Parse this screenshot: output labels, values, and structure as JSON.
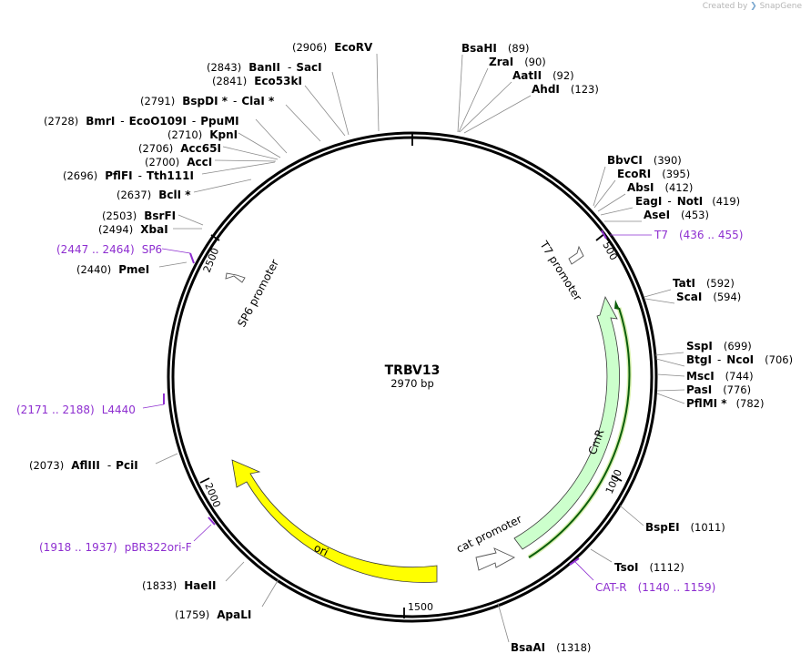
{
  "brand": {
    "prefix": "Created by",
    "name": "SnapGene",
    "color": "#7aa7cf"
  },
  "plasmid": {
    "name": "TRBV13",
    "length_label": "2970 bp"
  },
  "ticks": [
    "500",
    "1000",
    "1500",
    "2000",
    "2500"
  ],
  "colors": {
    "accent_feature": "#ccffcc",
    "ori": "#ffff00",
    "primer": "#8e2fd0",
    "orf": "#006400"
  },
  "features": [
    {
      "name": "CmR",
      "kind": "gene"
    },
    {
      "name": "ori",
      "kind": "origin"
    },
    {
      "name": "T7 promoter",
      "kind": "promoter"
    },
    {
      "name": "SP6 promoter",
      "kind": "promoter"
    },
    {
      "name": "cat promoter",
      "kind": "promoter"
    }
  ],
  "sites": [
    {
      "pos": "(89)",
      "name": "BsaHI"
    },
    {
      "pos": "(90)",
      "name": "ZraI"
    },
    {
      "pos": "(92)",
      "name": "AatII"
    },
    {
      "pos": "(123)",
      "name": "AhdI"
    },
    {
      "pos": "(390)",
      "name": "BbvCI"
    },
    {
      "pos": "(395)",
      "name": "EcoRI"
    },
    {
      "pos": "(412)",
      "name": "AbsI"
    },
    {
      "pos": "(419)",
      "name": "EagI",
      "name2": "NotI"
    },
    {
      "pos": "(453)",
      "name": "AseI"
    },
    {
      "pos": "(592)",
      "name": "TatI"
    },
    {
      "pos": "(594)",
      "name": "ScaI"
    },
    {
      "pos": "(699)",
      "name": "SspI"
    },
    {
      "pos": "(706)",
      "name": "BtgI",
      "name2": "NcoI"
    },
    {
      "pos": "(744)",
      "name": "MscI"
    },
    {
      "pos": "(776)",
      "name": "PasI"
    },
    {
      "pos": "(782)",
      "name": "PflMI *"
    },
    {
      "pos": "(1011)",
      "name": "BspEI"
    },
    {
      "pos": "(1112)",
      "name": "TsoI"
    },
    {
      "pos": "(1318)",
      "name": "BsaAI"
    },
    {
      "pos": "(1759)",
      "name": "ApaLI"
    },
    {
      "pos": "(1833)",
      "name": "HaeII"
    },
    {
      "pos": "(2073)",
      "name": "AflIII",
      "name2": "PciI"
    },
    {
      "pos": "(2440)",
      "name": "PmeI"
    },
    {
      "pos": "(2494)",
      "name": "XbaI"
    },
    {
      "pos": "(2503)",
      "name": "BsrFI"
    },
    {
      "pos": "(2637)",
      "name": "BclI *"
    },
    {
      "pos": "(2696)",
      "name": "PflFI",
      "name2": "Tth111I"
    },
    {
      "pos": "(2700)",
      "name": "AccI"
    },
    {
      "pos": "(2706)",
      "name": "Acc65I"
    },
    {
      "pos": "(2710)",
      "name": "KpnI"
    },
    {
      "pos": "(2728)",
      "name": "BmrI",
      "name2": "EcoO109I",
      "name3": "PpuMI"
    },
    {
      "pos": "(2791)",
      "name": "BspDI *",
      "name2": "ClaI *"
    },
    {
      "pos": "(2841)",
      "name": "Eco53kI"
    },
    {
      "pos": "(2843)",
      "name": "BanII",
      "name2": "SacI"
    },
    {
      "pos": "(2906)",
      "name": "EcoRV"
    }
  ],
  "primers": [
    {
      "name": "T7",
      "range": "(436 .. 455)"
    },
    {
      "name": "CAT-R",
      "range": "(1140 .. 1159)"
    },
    {
      "name": "pBR322ori-F",
      "range": "(1918 .. 1937)"
    },
    {
      "name": "L4440",
      "range": "(2171 .. 2188)"
    },
    {
      "name": "SP6",
      "range": "(2447 .. 2464)"
    }
  ]
}
